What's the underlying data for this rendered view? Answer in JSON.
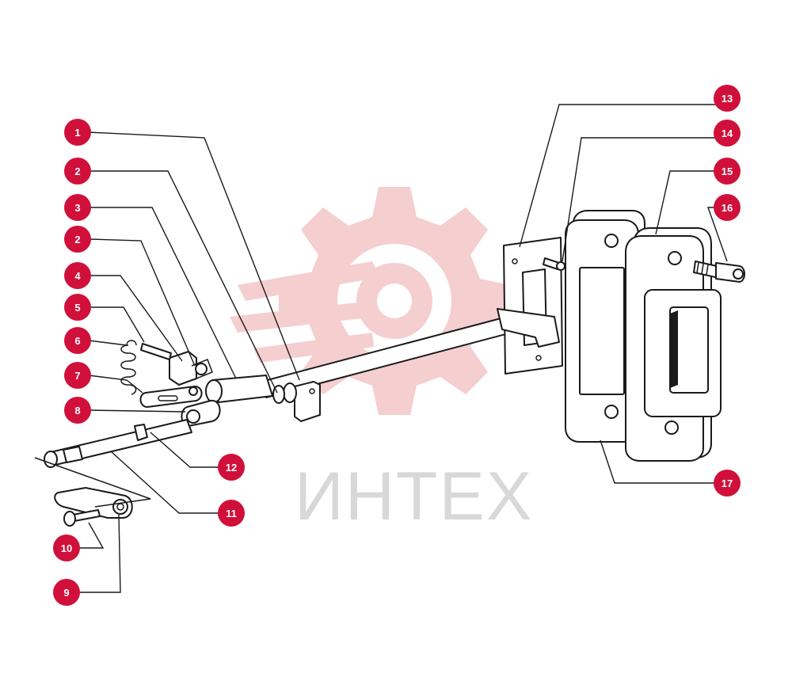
{
  "watermark": {
    "text": "ИНТЕХ",
    "color": "#f5c9ca",
    "text_color": "#d8d8d8"
  },
  "callout_color": "#d0103a",
  "callouts": [
    {
      "id": "c1",
      "label": "1"
    },
    {
      "id": "c2a",
      "label": "2"
    },
    {
      "id": "c3",
      "label": "3"
    },
    {
      "id": "c2b",
      "label": "2"
    },
    {
      "id": "c4",
      "label": "4"
    },
    {
      "id": "c5",
      "label": "5"
    },
    {
      "id": "c6",
      "label": "6"
    },
    {
      "id": "c7",
      "label": "7"
    },
    {
      "id": "c8",
      "label": "8"
    },
    {
      "id": "c12",
      "label": "12"
    },
    {
      "id": "c11",
      "label": "11"
    },
    {
      "id": "c10",
      "label": "10"
    },
    {
      "id": "c9",
      "label": "9"
    },
    {
      "id": "c13",
      "label": "13"
    },
    {
      "id": "c14",
      "label": "14"
    },
    {
      "id": "c15",
      "label": "15"
    },
    {
      "id": "c16",
      "label": "16"
    },
    {
      "id": "c17",
      "label": "17"
    }
  ]
}
